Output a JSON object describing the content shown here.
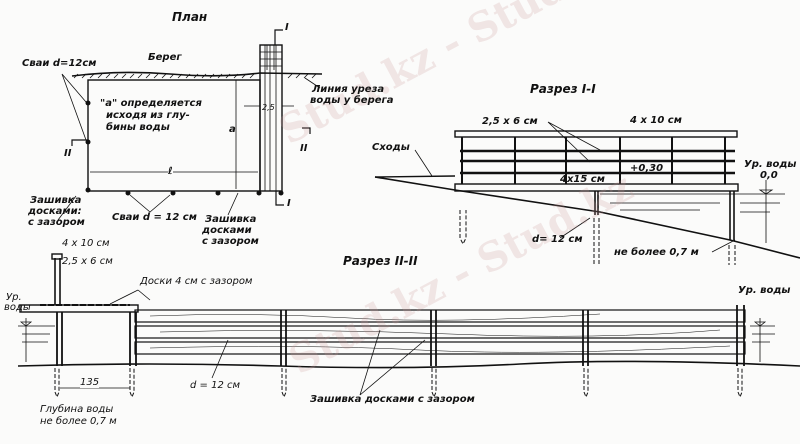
{
  "plan": {
    "title": "План",
    "shore": "Берег",
    "piles_top": "Сваи d=12см",
    "note": [
      "\"а\" определяется",
      "исходя из глу-",
      "бины воды"
    ],
    "dim_a": "a",
    "dim_l": "ℓ",
    "dim_25": "2,5",
    "waterline": [
      "Линия уреза",
      "воды у берега"
    ],
    "section_I": "I",
    "section_II": "II",
    "cladding_left": [
      "Зашивка",
      "досками:",
      "с зазором"
    ],
    "piles_bottom": "Сваи d = 12 см",
    "cladding_bottom": [
      "Зашивка",
      "досками",
      "с зазором"
    ]
  },
  "section_1": {
    "title": "Разрез I-I",
    "rail_small": "2,5 x 6 см",
    "rail_top": "4 x 10 см",
    "stairs": "Сходы",
    "deck_level": "+0,30",
    "beam": "4x15 см",
    "water_level": [
      "Ур. воды",
      "0,0"
    ],
    "pile_d": "d= 12 см",
    "max_depth": "не более 0,7 м"
  },
  "section_2": {
    "title": "Разрез II-II",
    "rail_top": "4 x 10 см",
    "rail_small": "2,5 x 6 см",
    "boards": "Доски 4 см с зазором",
    "water_level_left": [
      "Ур.",
      "воды"
    ],
    "water_level_right": "Ур. воды",
    "spacing": "135",
    "pile_d": "d = 12 см",
    "cladding": "Зашивка досками с зазором",
    "depth_note": [
      "Глубина воды",
      "не более 0,7 м"
    ]
  },
  "watermark": "Stud.kz - Stud.kz"
}
